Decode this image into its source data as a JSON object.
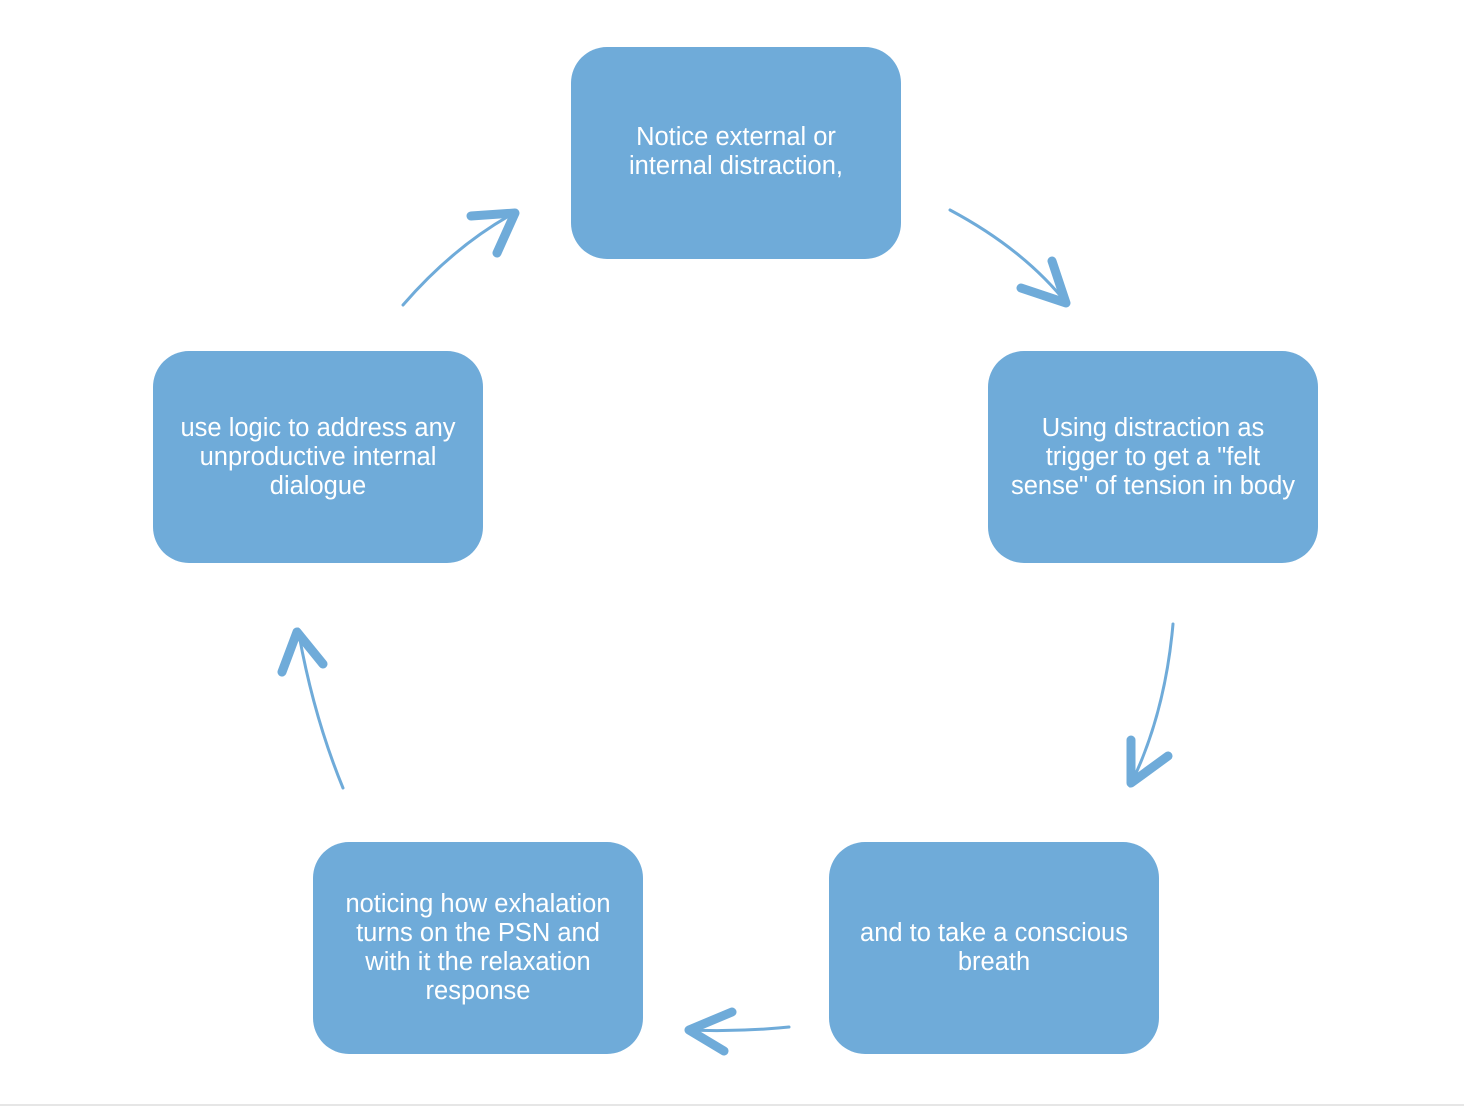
{
  "diagram": {
    "colors": {
      "node_fill": "#6fabd9",
      "node_text": "#ffffff",
      "arrow": "#6fabd9",
      "background": "#ffffff"
    },
    "nodes": [
      {
        "id": "notice",
        "text": "Notice external or\ninternal distraction,"
      },
      {
        "id": "felt-sense",
        "text": "Using distraction as\ntrigger to get a \"felt\nsense\" of tension in body"
      },
      {
        "id": "breath",
        "text": "and to take a conscious\nbreath"
      },
      {
        "id": "exhalation",
        "text": "noticing  how exhalation\nturns on the PSN and\nwith it the relaxation\nresponse"
      },
      {
        "id": "logic",
        "text": "use logic to address any\nunproductive internal\ndialogue"
      }
    ],
    "edges": [
      {
        "from": "notice",
        "to": "felt-sense"
      },
      {
        "from": "felt-sense",
        "to": "breath"
      },
      {
        "from": "breath",
        "to": "exhalation"
      },
      {
        "from": "exhalation",
        "to": "logic"
      },
      {
        "from": "logic",
        "to": "notice"
      }
    ]
  }
}
